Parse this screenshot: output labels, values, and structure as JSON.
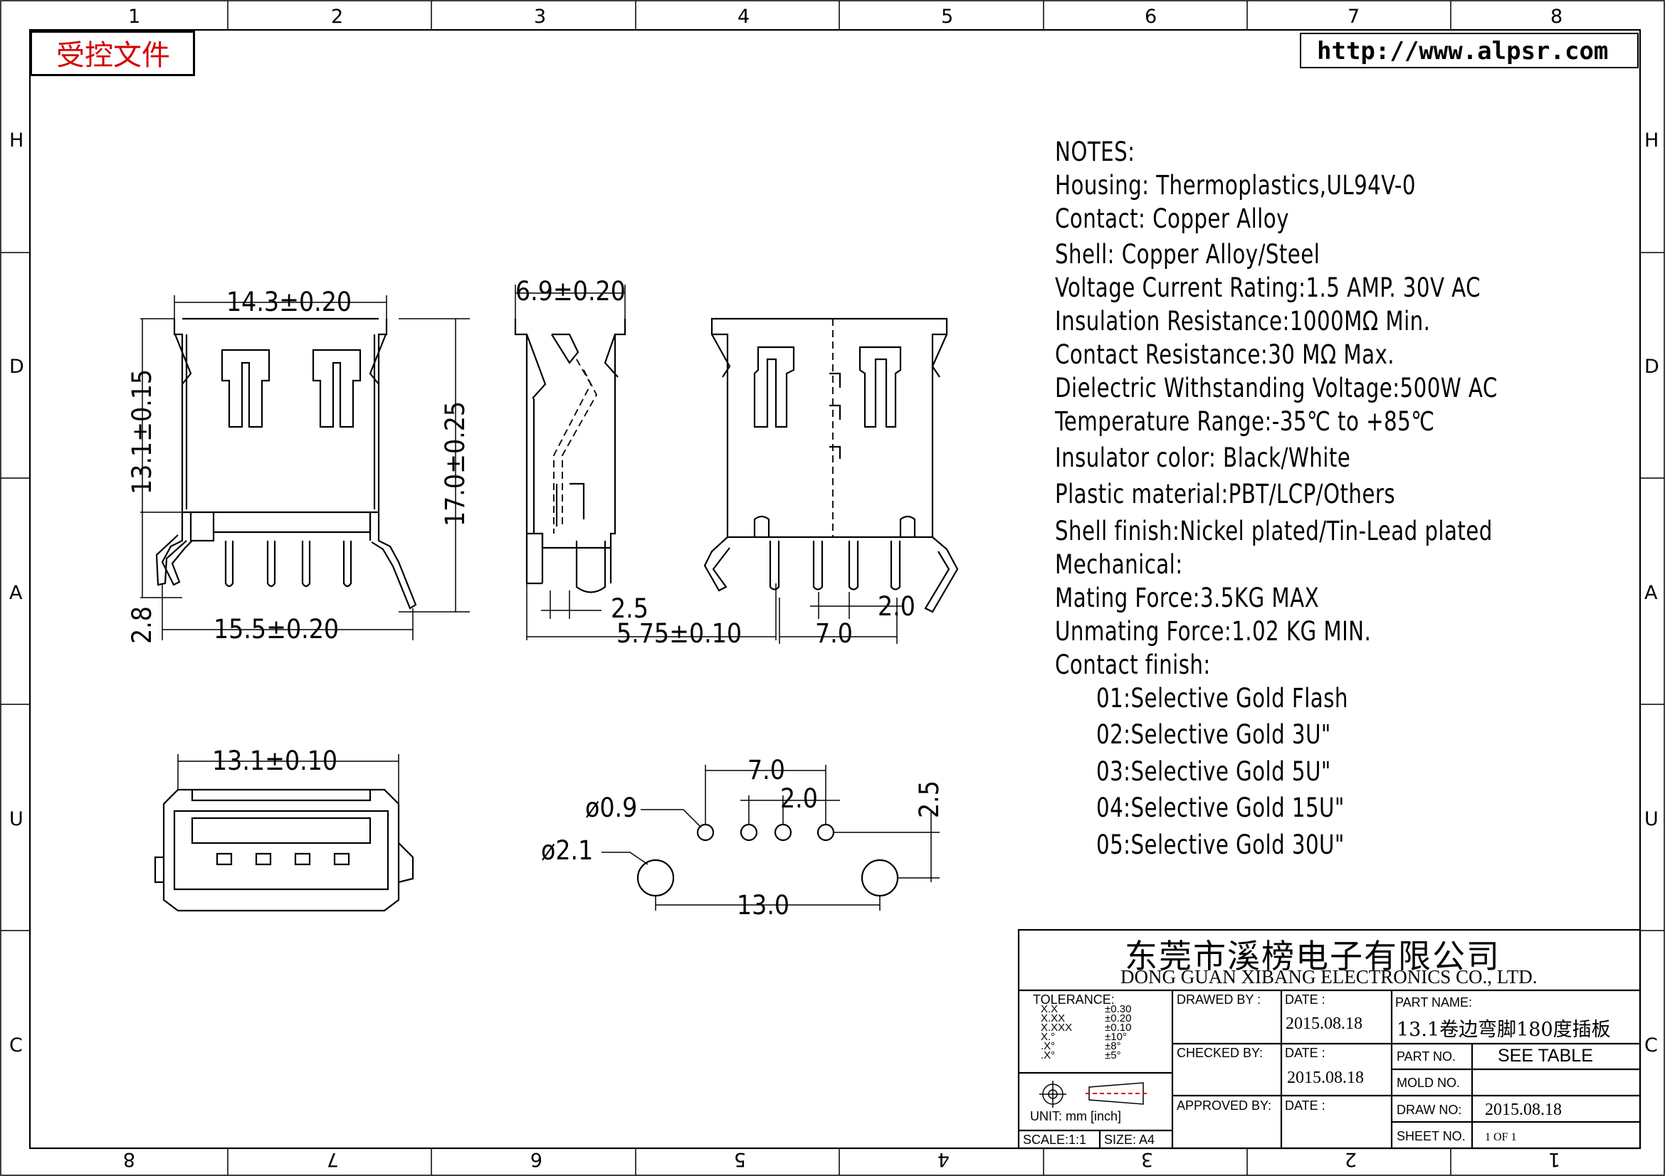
{
  "stamp": "受控文件",
  "url": "http://www.alpsr.com",
  "zones": {
    "top": [
      "1",
      "2",
      "3",
      "4",
      "5",
      "6",
      "7",
      "8"
    ],
    "bottom": [
      "8",
      "7",
      "6",
      "5",
      "4",
      "3",
      "2",
      "1"
    ],
    "left": [
      "H",
      "D",
      "A",
      "U",
      "C"
    ],
    "right": [
      "H",
      "D",
      "A",
      "U",
      "C"
    ]
  },
  "dims": {
    "w143": "14.3±0.20",
    "h131": "13.1±0.15",
    "h170": "17.0±0.25",
    "h28": "2.8",
    "w155": "15.5±0.20",
    "w69": "6.9±0.20",
    "w25": "2.5",
    "w575": "5.75±0.10",
    "w70": "7.0",
    "w20": "2.0",
    "w131": "13.1±0.10",
    "pcb70": "7.0",
    "pcb20": "2.0",
    "pcb25": "2.5",
    "pcb09": "ø0.9",
    "pcb21": "ø2.1",
    "pcb130": "13.0"
  },
  "notes": [
    "NOTES:",
    "Housing:  Thermoplastics,UL94V-0",
    "Contact:  Copper  Alloy",
    "Shell:  Copper  Alloy/Steel",
    "Voltage  Current  Rating:1.5  AMP.  30V  AC",
    "Insulation  Resistance:1000MΩ  Min.",
    "Contact  Resistance:30  MΩ  Max.",
    "Dielectric  Withstanding  Voltage:500W  AC",
    "Temperature  Range:-35℃  to  +85℃",
    "Insulator  color:  Black/White",
    "Plastic  material:PBT/LCP/Others",
    "Shell  finish:Nickel  plated/Tin-Lead  plated",
    "Mechanical:",
    "Mating  Force:3.5KG  MAX",
    "Unmating  Force:1.02  KG  MIN.",
    "Contact  finish:",
    "01:Selective  Gold  Flash",
    "02:Selective  Gold  3U\"",
    "03:Selective  Gold  5U\"",
    "04:Selective  Gold  15U\"",
    "05:Selective  Gold  30U\""
  ],
  "titleblock": {
    "company_cn": "东莞市溪榜电子有限公司",
    "company_en": "DONG  GUAN  XIBANG  ELECTRONICS  CO.,  LTD.",
    "tolerance_label": "TOLERANCE:",
    "tol_rows": [
      {
        "k": "X.X",
        "v": "±0.30"
      },
      {
        "k": "X.XX",
        "v": "±0.20"
      },
      {
        "k": "X.XXX",
        "v": "±0.10"
      },
      {
        "k": "X.°",
        "v": "±10°"
      },
      {
        "k": ".X°",
        "v": "±8°"
      },
      {
        "k": ".X°",
        "v": "±5°"
      }
    ],
    "unit": "UNIT:  mm  [inch]",
    "scale": "SCALE:1:1",
    "size": "SIZE:  A4",
    "drawn_by": "DRAWED  BY :",
    "checked_by": "CHECKED  BY:",
    "approved_by": "APPROVED  BY:",
    "date_label": "DATE  :",
    "date1": "2015.08.18",
    "date2": "2015.08.18",
    "part_name_label": "PART  NAME:",
    "part_name": "13.1卷边弯脚180度插板",
    "part_no_label": "PART  NO.",
    "part_no": "SEE  TABLE",
    "mold_no_label": "MOLD  NO.",
    "draw_no_label": "DRAW  NO:",
    "draw_no": "2015.08.18",
    "sheet_no_label": "SHEET  NO.",
    "sheet_no": "1  OF  1"
  }
}
